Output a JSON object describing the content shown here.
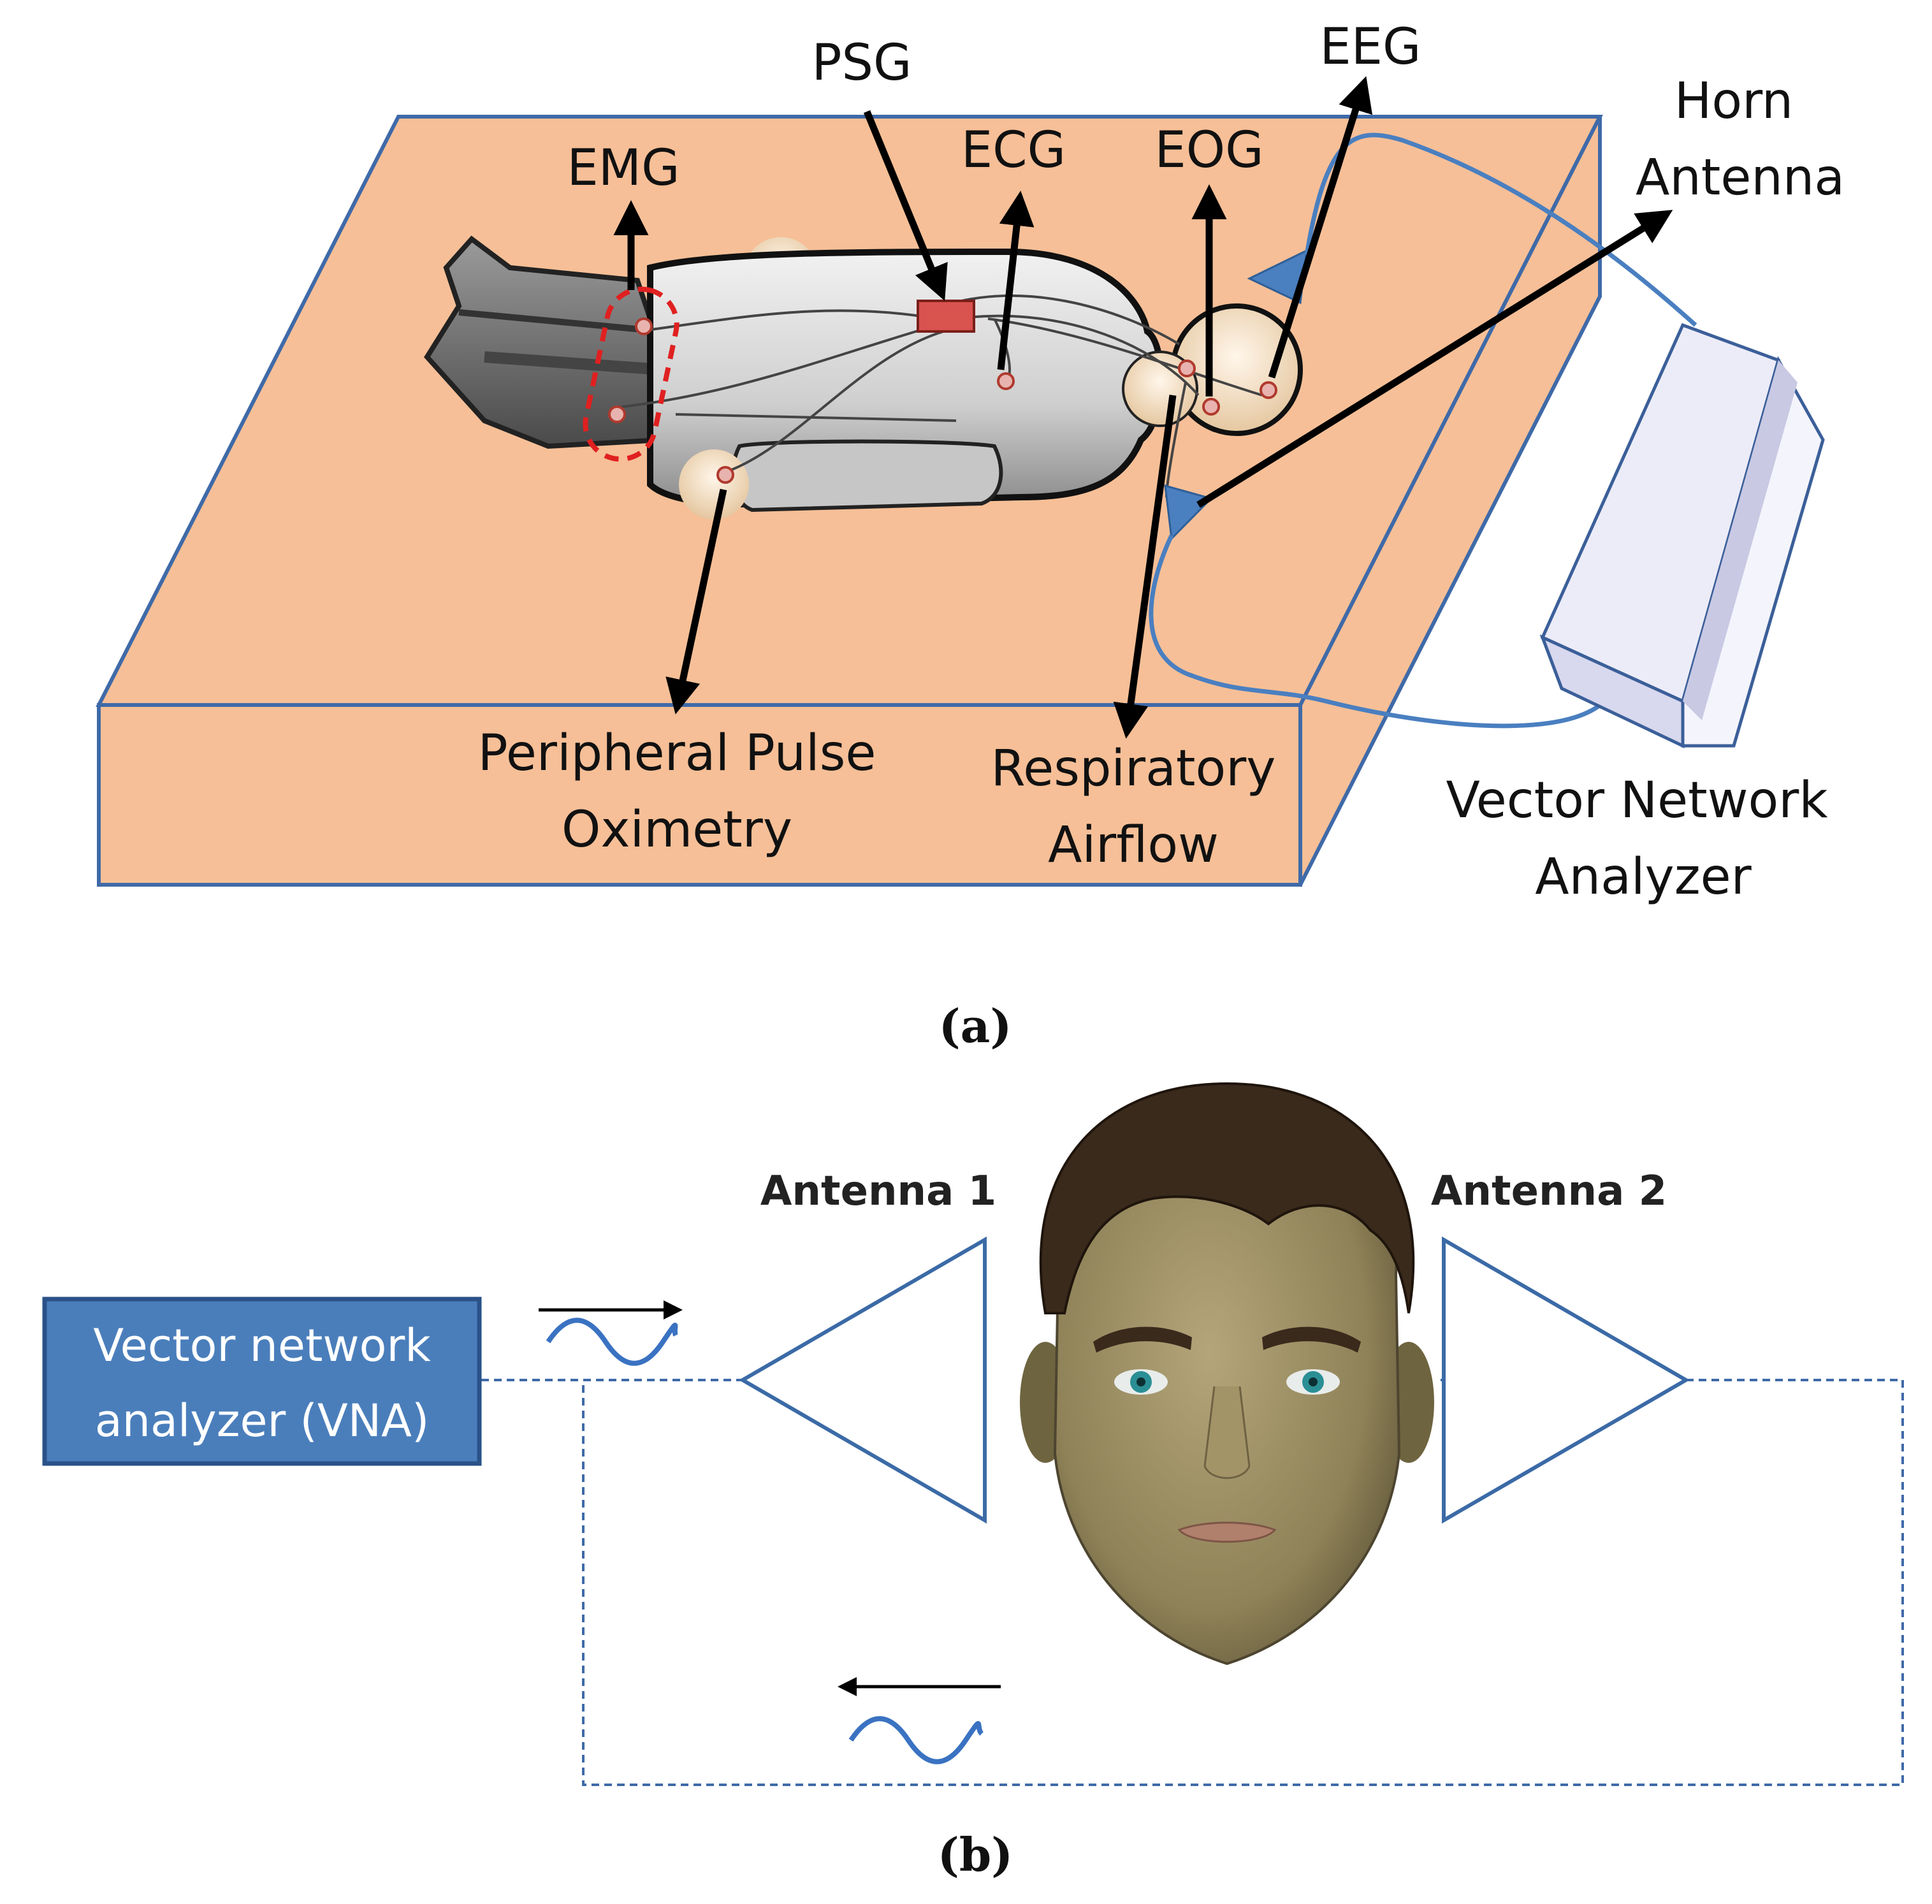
{
  "panel_a": {
    "caption": "(a)",
    "labels": {
      "psg": "PSG",
      "eeg": "EEG",
      "emg": "EMG",
      "ecg": "ECG",
      "eog": "EOG",
      "horn_antenna_line1": "Horn",
      "horn_antenna_line2": "Antenna",
      "pulse_line1": "Peripheral Pulse",
      "pulse_line2": "Oximetry",
      "resp_line1": "Respiratory",
      "resp_line2": "Airflow",
      "vna_line1": "Vector Network",
      "vna_line2": "Analyzer"
    }
  },
  "panel_b": {
    "caption": "(b)",
    "antenna1": "Antenna 1",
    "antenna2": "Antenna 2",
    "vna_line1": "Vector network",
    "vna_line2": "analyzer (VNA)"
  },
  "colors": {
    "bed": "#f6bf97",
    "bed_edge": "#3f6aa8",
    "cable": "#4a7fc0",
    "vna_box": "#4a7ebb",
    "antenna_stroke": "#3b6aa6",
    "electrode": "#c0392b",
    "vna_device": "#e6e6f6"
  }
}
